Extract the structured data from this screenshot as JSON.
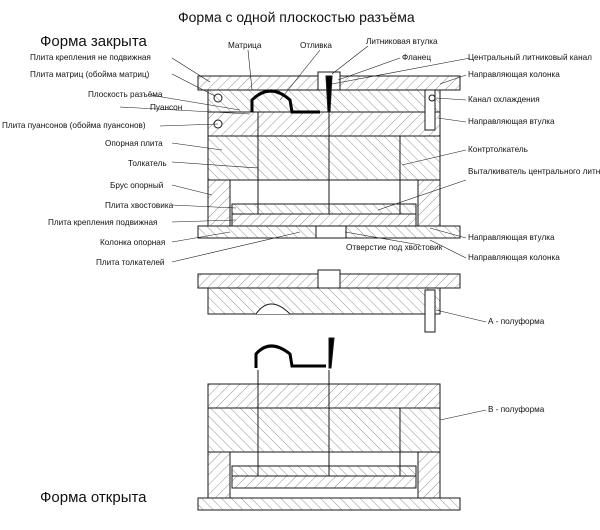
{
  "title": "Форма с одной плоскостью разъёма",
  "state_closed": "Форма закрыта",
  "state_open": "Форма открыта",
  "labels": {
    "matrix": "Матрица",
    "casting": "Отливка",
    "sprue_bushing": "Литниковая втулка",
    "flange": "Фланец",
    "central_sprue": "Центральный литниковый канал",
    "guide_column": "Направляющая колонка",
    "cooling_channel": "Канал охлаждения",
    "guide_bushing": "Направляющая втулка",
    "counter_pusher": "Контртолкатель",
    "sprue_ejector": "Выталкиватель центрального литника",
    "guide_bushing_2": "Направляющая втулка",
    "guide_column_2": "Направляющая колонка",
    "tail_hole": "Отверстие под хвостовик",
    "fixed_clamp_plate": "Плита крепления не подвижная",
    "matrix_plate": "Плита матриц (обойма матриц)",
    "parting_plane": "Плоскость разъёма",
    "punch": "Пуансон",
    "punch_plate": "Плита пуансонов (обойма пуансонов)",
    "support_plate": "Опорная плита",
    "pusher": "Толкатель",
    "support_bar": "Брус опорный",
    "tail_plate": "Плита хвостовика",
    "moving_clamp_plate": "Плита крепления подвижная",
    "support_column": "Колонка опорная",
    "pusher_plate": "Плита толкателей",
    "half_a": "А - полуформа",
    "half_b": "В - полуформа"
  },
  "colors": {
    "line": "#1a1a1a",
    "hatch": "#555555",
    "casting": "#000000",
    "background": "#ffffff"
  }
}
